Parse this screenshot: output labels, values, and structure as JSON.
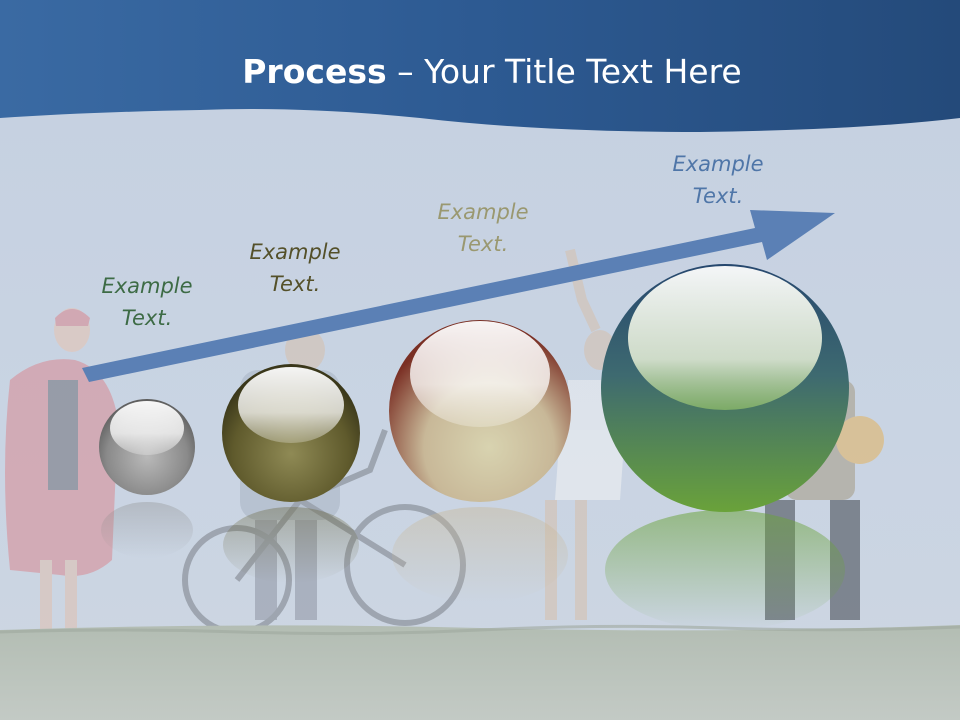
{
  "title": {
    "bold": "Process",
    "dash": " – ",
    "rest": "Your Title Text Here"
  },
  "steps": [
    {
      "line1": "Example",
      "line2": "Text.",
      "color": "#3d6b45"
    },
    {
      "line1": "Example",
      "line2": "Text.",
      "color": "#545029"
    },
    {
      "line1": "Example",
      "line2": "Text.",
      "color": "#9a9870"
    },
    {
      "line1": "Example",
      "line2": "Text.",
      "color": "#4f76a8"
    }
  ],
  "colors": {
    "header": "#2f5a8f",
    "sky": "#c9d3e1",
    "arrow": "#5b80b5",
    "grass": "#b8c2bc"
  }
}
